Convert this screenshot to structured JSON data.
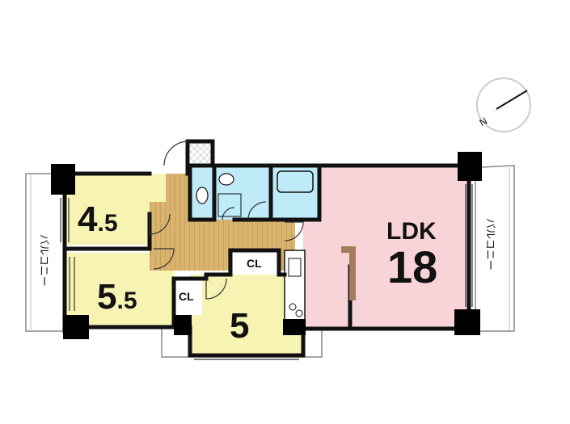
{
  "rooms": {
    "bedroom_west_upper": {
      "size": "4",
      "size_decimal": ".5"
    },
    "bedroom_west_lower": {
      "size": "5",
      "size_decimal": ".5"
    },
    "bedroom_south": {
      "size": "5"
    },
    "ldk": {
      "label": "LDK",
      "size": "18"
    }
  },
  "closets": {
    "corridor_closet": "CL",
    "bedroom_closet": "CL"
  },
  "balconies": {
    "west": "バルコニー",
    "east": "バルコニー"
  },
  "compass": {
    "direction": "N"
  },
  "colors": {
    "bedroom": "#f7f3b3",
    "ldk": "#f8d3d8",
    "wet_area": "#bfeaf7",
    "corridor": "#d6b06a",
    "wall": "#111111",
    "column": "#000000",
    "outline": "#888888"
  }
}
